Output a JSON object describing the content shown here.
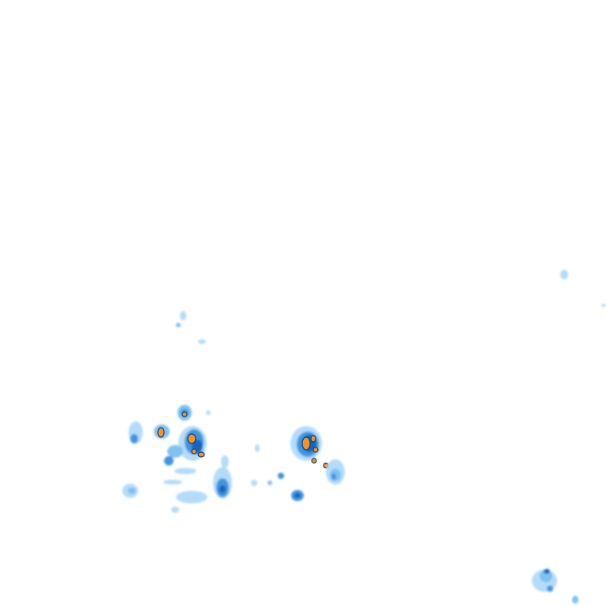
{
  "map": {
    "type": "weather-radar-precipitation-overlay",
    "background": "#ffffff",
    "legend_shown": false,
    "colors": {
      "light": "#b4dcfa",
      "light_mid": "#7fc1f2",
      "moderate": "#3f95e0",
      "heavy": "#1565c0",
      "intense_fill": "#f7941d",
      "intense_outline": "#0d3f8a"
    },
    "echo_cells": [
      {
        "name": "cell-west-cluster",
        "intensity": "intense"
      },
      {
        "name": "cell-central",
        "intensity": "intense"
      },
      {
        "name": "cell-east-of-central",
        "intensity": "moderate"
      },
      {
        "name": "cell-southwest",
        "intensity": "light"
      },
      {
        "name": "cell-south",
        "intensity": "moderate"
      },
      {
        "name": "cell-northwest-trace",
        "intensity": "light"
      },
      {
        "name": "cell-northeast-trace",
        "intensity": "light"
      },
      {
        "name": "cell-southeast-corner",
        "intensity": "heavy"
      }
    ]
  }
}
